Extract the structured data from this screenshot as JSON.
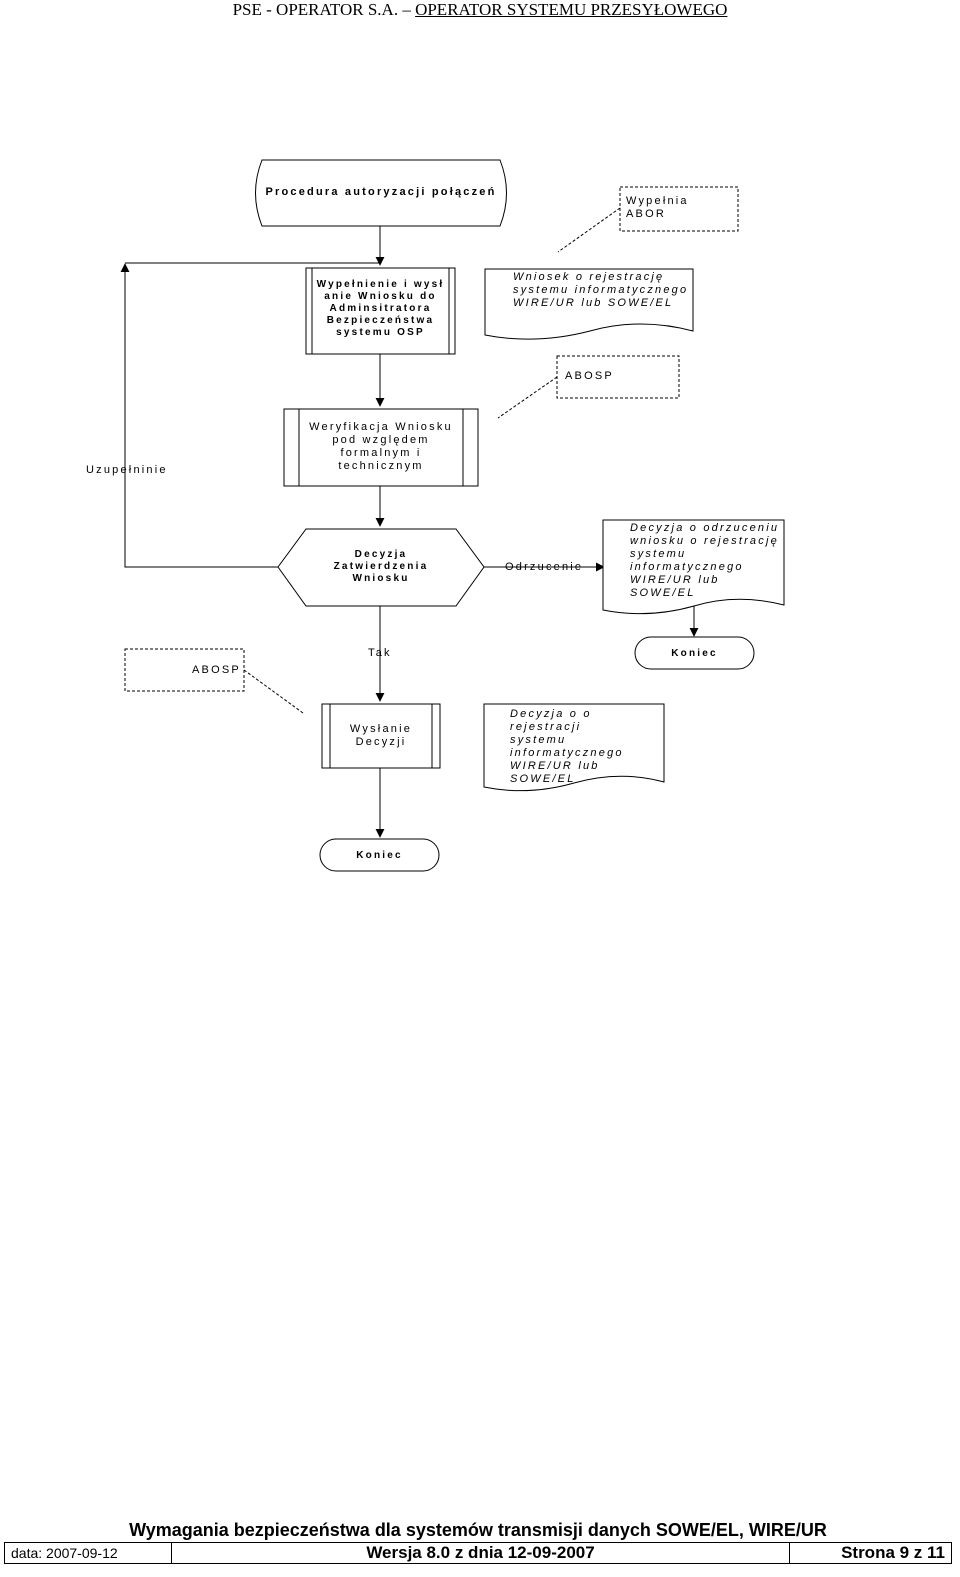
{
  "header": {
    "company": "PSE - OPERATOR S.A.",
    "separator": " – ",
    "operator": "OPERATOR SYSTEMU PRZESYŁOWEGO"
  },
  "diagram": {
    "start": "Procedura autoryzacji połączeń",
    "note_abor": "Wypełnia\nABOR",
    "step_fill": "Wypełnienie i wysł\nanie Wniosku do\nAdminsitratora\nBezpieczeństwa\nsystemu OSP",
    "doc_request": "Wniosek o rejestrację\nsystemu informatycznego\nWIRE/UR lub SOWE/EL",
    "note_abosp_1": "ABOSP",
    "step_verify": "Weryfikacja Wniosku\npod względem\nformalnym i\ntechnicznym",
    "label_complete": "Uzupełninie",
    "decision": "Decyzja\nZatwierdzenia\nWniosku",
    "label_reject": "Odrzucenie",
    "doc_reject": "Decyzja o odrzuceniu\nwniosku o rejestrację\nsystemu\ninformatycznego\nWIRE/UR lub\nSOWE/EL",
    "end_1": "Koniec",
    "note_abosp_2": "ABOSP",
    "label_yes": "Tak",
    "step_send": "Wysłanie\nDecyzji",
    "doc_accept": "Decyzja o o rejestracji\nsystemu\ninformatycznego\nWIRE/UR lub\nSOWE/EL",
    "end_2": "Koniec"
  },
  "footer": {
    "title": "Wymagania bezpieczeństwa dla systemów transmisji danych SOWE/EL, WIRE/UR",
    "date": "data: 2007-09-12",
    "version": "Wersja 8.0 z dnia 12-09-2007",
    "page": "Strona 9 z 11"
  }
}
